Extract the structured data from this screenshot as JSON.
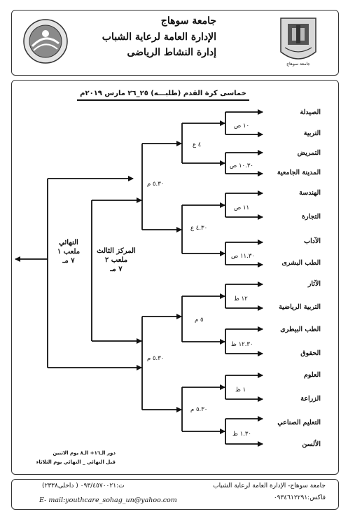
{
  "header": {
    "line1": "جامعة سوهاج",
    "line2": "الإدارة العامة لرعاية الشباب",
    "line3": "إدارة النشاط الرياضى",
    "logo_caption": "جامعة سوهاج"
  },
  "title": "خماسى كرة القدم (طلبـــه) ٢٥_٢٦ مارس ٢٠١٩م",
  "teams": [
    "الصيدلة",
    "التربية",
    "التمريض",
    "المدينة الجامعية",
    "الهندسة",
    "التجارة",
    "الآداب",
    "الطب البشرى",
    "الآثار",
    "التربية الرياضية",
    "الطب البيطرى",
    "الحقوق",
    "العلوم",
    "الزراعة",
    "التعليم الصناعي",
    "الألسن"
  ],
  "round1_times": [
    "١٠ ص",
    "١٠.٣٠ ص",
    "١١ ص",
    "١١.٣٠ ص",
    "١٢ ظ",
    "١٢.٣٠ ظ",
    "١ ظ",
    "١.٣٠ ظ"
  ],
  "round2_times": [
    "٤ ع",
    "٤.٣٠ ع",
    "٥ م",
    "٥.٣٠ م"
  ],
  "semi_times": [
    "٥.٣٠ م",
    "٥.٣٠ م"
  ],
  "third_place": {
    "line1": "المركز الثالث",
    "line2": "ملعب ٢",
    "line3": "٧ مـ"
  },
  "final": {
    "line1": "النهائي",
    "line2": "ملعب ١",
    "line3": "٧ مـ"
  },
  "notes": {
    "line1": "دور الـ١٦+ الـ٨ يوم الاثنين",
    "line2": "قبل النهائي _ النهائي يوم الثلاثاء"
  },
  "footer": {
    "address": "جامعة سوهاج- الإدارة العامة لرعاية الشباب",
    "phone": "ت:٠٩٣/٤٥٧٠٠٢١ ( داخلى٢٣٣٨)",
    "fax": "فاكس:٠٩٣٤٦١٢٢٩١",
    "email": "E- mail:youthcare_sohag_un@yahoo.com"
  }
}
